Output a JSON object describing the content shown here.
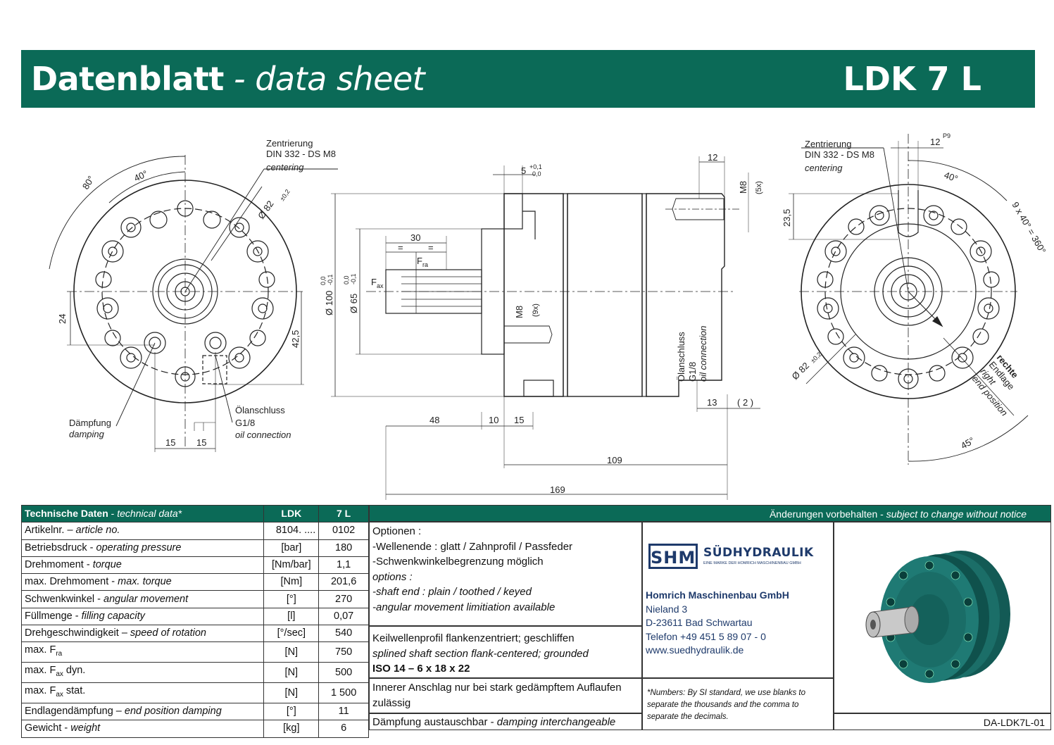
{
  "header": {
    "title_de": "Datenblatt",
    "title_sep": " - ",
    "title_en": "data sheet",
    "model": "LDK 7 L"
  },
  "drawing": {
    "left": {
      "centering_de": "Zentrierung",
      "centering_std": "DIN 332 - DS M8",
      "centering_en": "centering",
      "diameter": "Ø 82",
      "diameter_tol": "±0,2",
      "angle_80": "80°",
      "angle_40": "40°",
      "dim_24": "24",
      "dim_42_5": "42,5",
      "dim_15a": "15",
      "dim_15b": "15",
      "damping_de": "Dämpfung",
      "damping_en": "damping",
      "oil_de": "Ölanschluss",
      "oil_size": "G1/8",
      "oil_en": "oil connection"
    },
    "side": {
      "dim_5": "5",
      "dim_5_tol_up": "+0,1",
      "dim_5_tol_lo": "0,0",
      "dim_12": "12",
      "thread_m8": "M8",
      "thread_m8_count": "(5x)",
      "dim_30": "30",
      "eq": "=",
      "fra": "F",
      "fra_sub": "ra",
      "fax": "F",
      "fax_sub": "ax",
      "dia_100": "Ø 100",
      "dia_100_tol_up": "0,0",
      "dia_100_tol_lo": "-0,1",
      "dia_65": "Ø 65",
      "dia_65_tol_up": "0,0",
      "dia_65_tol_lo": "-0,1",
      "thread_m8b": "M8",
      "thread_m8b_count": "(9x)",
      "oil_de": "Ölanschluss",
      "oil_size": "G1/8",
      "oil_en": "oil connection",
      "dim_13": "13",
      "dim_2": "( 2 )",
      "dim_48": "48",
      "dim_10": "10",
      "dim_15": "15",
      "dim_109": "109",
      "dim_169": "169"
    },
    "right": {
      "centering_de": "Zentrierung",
      "centering_std": "DIN 332 - DS M8",
      "centering_en": "centering",
      "dim_12": "12",
      "dim_12_tol": "P9",
      "angle_40": "40°",
      "angle_pattern": "9 x 40° = 360°",
      "dim_23_5": "23,5",
      "diameter": "Ø 82",
      "diameter_tol": "±0,2",
      "end_de_1": "rechte",
      "end_de_2": "Endlage",
      "end_en_1": "right",
      "end_en_2": "end position",
      "angle_45": "45°"
    }
  },
  "spec_table": {
    "head_de": "Technische Daten",
    "head_sep": " - ",
    "head_en": "technical data*",
    "head_col1": "LDK",
    "head_col2": "7 L",
    "rows": [
      {
        "de": "Artikelnr.",
        "sep": " – ",
        "en": "article no.",
        "unit": "8104. ....",
        "value": "0102"
      },
      {
        "de": "Betriebsdruck",
        "sep": " - ",
        "en": "operating pressure",
        "unit": "[bar]",
        "value": "180"
      },
      {
        "de": "Drehmoment",
        "sep": " - ",
        "en": "torque",
        "unit": "[Nm/bar]",
        "value": "1,1"
      },
      {
        "de": "max. Drehmoment",
        "sep": " - ",
        "en": "max. torque",
        "unit": "[Nm]",
        "value": "201,6"
      },
      {
        "de": "Schwenkwinkel",
        "sep": " - ",
        "en": "angular movement",
        "unit": "[°]",
        "value": "270"
      },
      {
        "de": "Füllmenge",
        "sep": " - ",
        "en": "filling capacity",
        "unit": "[l]",
        "value": "0,07"
      },
      {
        "de": "Drehgeschwindigkeit",
        "sep": " – ",
        "en": "speed of rotation",
        "unit": "[°/sec]",
        "value": "540"
      },
      {
        "de": "max. F",
        "sub": "ra",
        "sep": "",
        "en": "",
        "unit": "[N]",
        "value": "750"
      },
      {
        "de": "max. F",
        "sub": "ax",
        "de2": " dyn.",
        "sep": "",
        "en": "",
        "unit": "[N]",
        "value": "500"
      },
      {
        "de": "max. F",
        "sub": "ax",
        "de2": " stat.",
        "sep": "",
        "en": "",
        "unit": "[N]",
        "value": "1 500"
      },
      {
        "de": "Endlagendämpfung",
        "sep": " – ",
        "en": "end position damping",
        "unit": "[°]",
        "value": "11"
      },
      {
        "de": "Gewicht",
        "sep": " - ",
        "en": "weight",
        "unit": "[kg]",
        "value": "6"
      }
    ]
  },
  "notice": {
    "de": "Änderungen vorbehalten",
    "sep": " - ",
    "en": "subject to change without notice"
  },
  "options": {
    "title_de": "Optionen :",
    "line1": "-Wellenende : glatt / Zahnprofil / Passfeder",
    "line2": "-Schwenkwinkelbegrenzung möglich",
    "title_en": "options :",
    "line3": "-shaft end : plain / toothed / keyed",
    "line4": "-angular movement limitiation available"
  },
  "shaft": {
    "de": "Keilwellenprofil flankenzentriert; geschliffen",
    "en": "splined shaft section flank-centered; grounded",
    "iso": "ISO 14 – 6 x 18 x 22"
  },
  "stop": {
    "line1": "Innerer Anschlag nur bei stark gedämpftem Auflaufen",
    "line2": "zulässig"
  },
  "damping_exchange": {
    "de": "Dämpfung austauschbar",
    "sep": " - ",
    "en": "damping interchangeable"
  },
  "company": {
    "logo_mark": "SHM",
    "logo_name": "SÜDHYDRAULIK",
    "logo_tagline": "EINE MARKE DER HOMRICH MASCHINENBAU GMBH",
    "name": "Homrich Maschinenbau GmbH",
    "street": "Nieland 3",
    "city": "D-23611 Bad Schwartau",
    "phone": "Telefon +49 451 5 89 07 - 0",
    "web": "www.suedhydraulik.de"
  },
  "footnote": {
    "line1": "*Numbers: By SI standard, we use blanks to",
    "line2": "separate the thousands and the comma to",
    "line3": "separate the decimals."
  },
  "doc_id": "DA-LDK7L-01",
  "colors": {
    "brand_green": "#0b6a57",
    "product_teal": "#1f7a74"
  }
}
